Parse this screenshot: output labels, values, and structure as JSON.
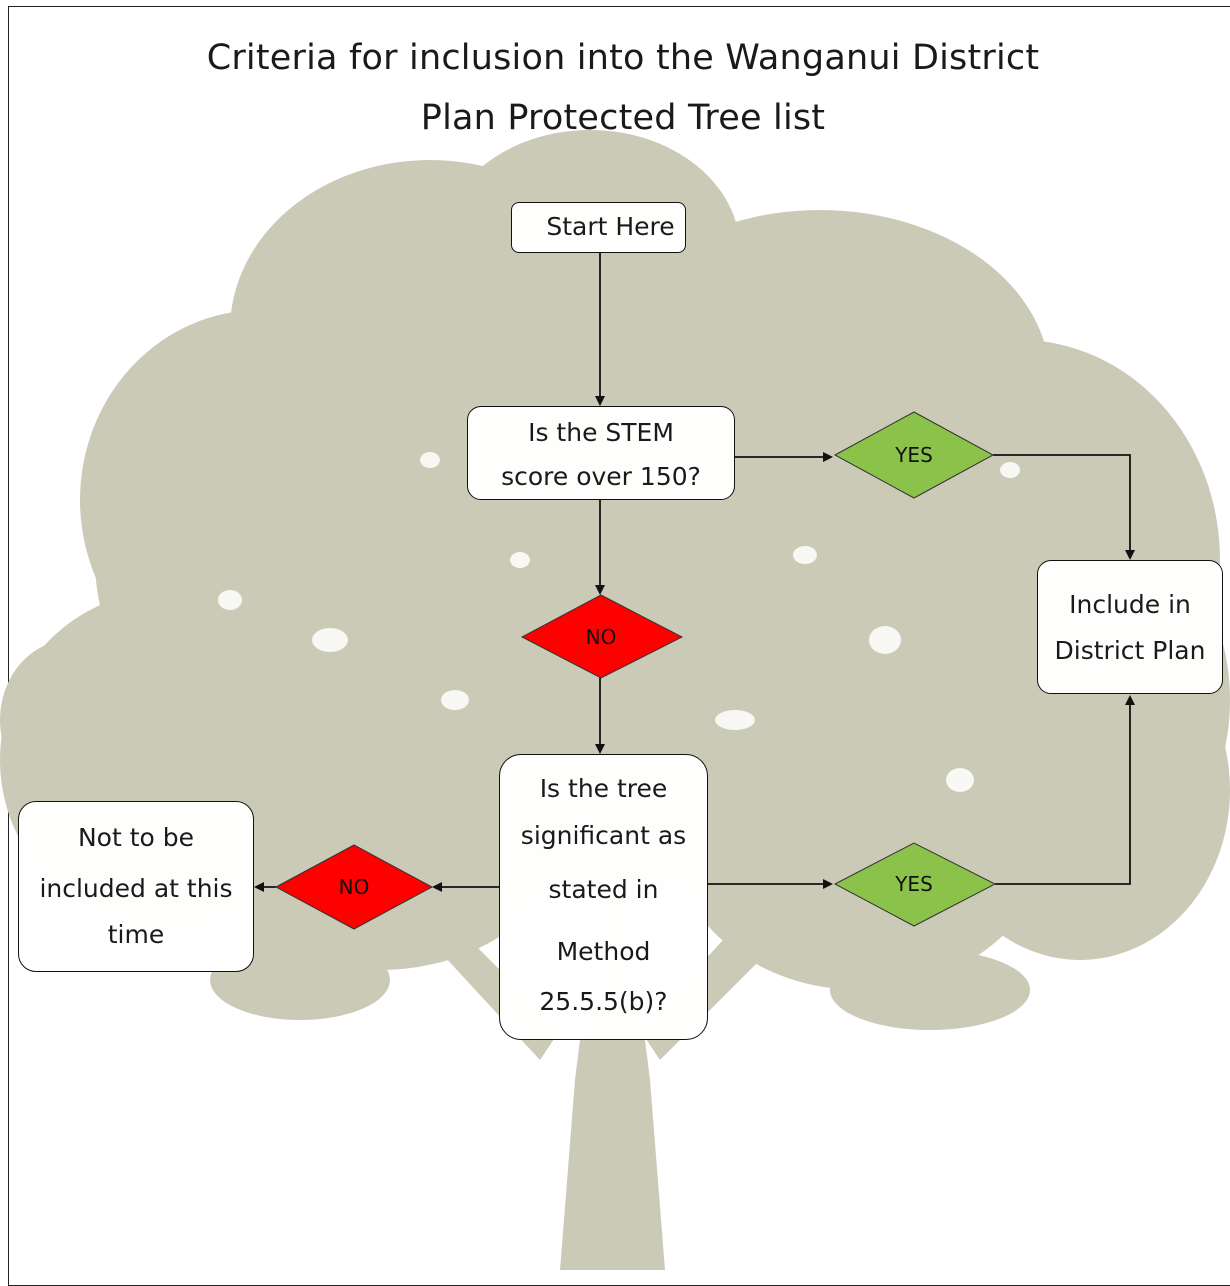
{
  "title": {
    "line1": "Criteria for inclusion into the Wanganui District",
    "line2": "Plan Protected Tree list"
  },
  "nodes": {
    "start": {
      "label": "Start Here"
    },
    "stem_question": {
      "lines": [
        "Is the STEM",
        "score over 150?"
      ]
    },
    "stem_yes": {
      "label": "YES"
    },
    "stem_no": {
      "label": "NO"
    },
    "significance_question": {
      "lines": [
        "Is the tree",
        "significant as",
        "stated in",
        "Method",
        "25.5.5(b)?"
      ]
    },
    "sig_yes": {
      "label": "YES"
    },
    "sig_no": {
      "label": "NO"
    },
    "include": {
      "lines": [
        "Include in",
        "District Plan"
      ]
    },
    "exclude": {
      "lines": [
        "Not to be",
        "included at this",
        "time"
      ]
    }
  },
  "colors": {
    "yes_fill": "#8bc34a",
    "no_fill": "#ff0000",
    "tree_silhouette": "#c9c9b5",
    "line": "#111111"
  }
}
